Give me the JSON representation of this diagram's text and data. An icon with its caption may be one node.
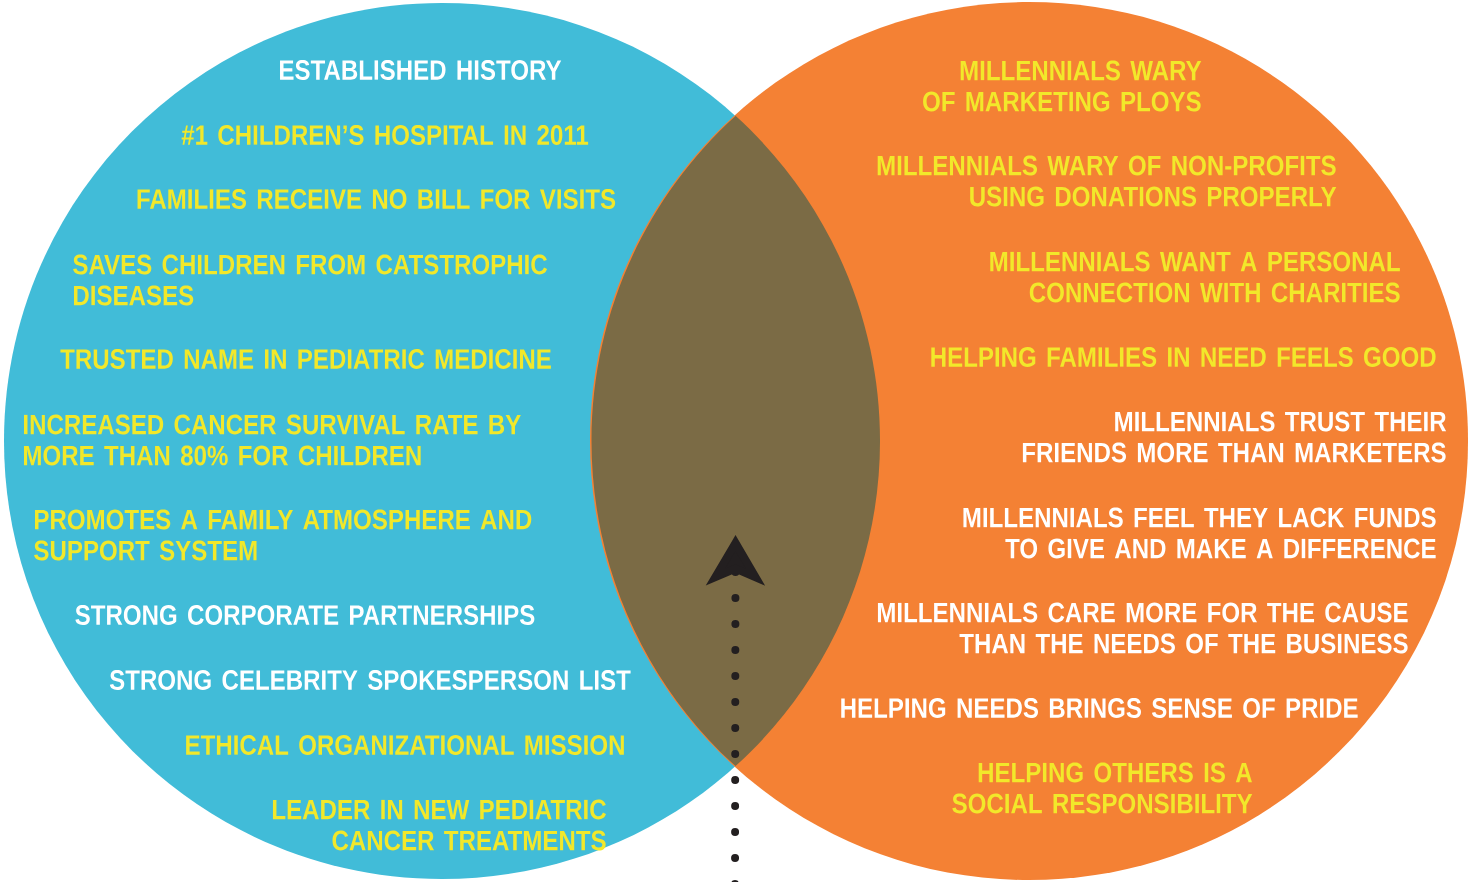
{
  "diagram": {
    "nodes": [
      {
        "text": [
          "ESTABLISHED HISTORY",
          "#1 CHILDREN’S HOSPITAL IN 2011",
          "FAMILIES RECEIVE NO BILL FOR VISITS",
          "SAVES CHILDREN FROM CATSTROPHIC DISEASES",
          "TRUSTED NAME IN PEDIATRIC MEDICINE",
          "INCREASED CANCER SURVIVAL RATE BY MORE THAN 80% FOR CHILDREN",
          "PROMOTES A FAMILY ATMOSPHERE AND SUPPORT SYSTEM",
          "STRONG CORPORATE PARTNERSHIPS",
          "STRONG CELEBRITY SPOKESPERSON LIST",
          "ETHICAL ORGANIZATIONAL MISSION",
          "LEADER IN NEW PEDIATRIC CANCER TREATMENTS"
        ]
      },
      {
        "text": [
          "MILLENNIALS WARY OF MARKETING PLOYS",
          "MILLENNIALS WARY OF NON-PROFITS USING DONATIONS PROPERLY",
          "MILLENNIALS WANT A PERSONAL CONNECTION WITH CHARITIES",
          "HELPING FAMILIES IN NEED FEELS GOOD",
          "MILLENNIALS TRUST THEIR FRIENDS MORE THAN MARKETERS",
          "MILLENNIALS FEEL THEY LACK FUNDS TO GIVE AND MAKE A DIFFERENCE",
          "MILLENNIALS CARE MORE FOR THE CAUSE THAN THE NEEDS OF THE BUSINESS",
          "HELPING NEEDS BRINGS SENSE OF PRIDE",
          "HELPING OTHERS IS A SOCIAL RESPONSIBILITY"
        ]
      },
      {
        "text": [],
        "shape": "lens"
      }
    ],
    "edges": [
      {
        "from": null,
        "to": 2,
        "arrow": "to",
        "style": "dashed"
      }
    ]
  }
}
